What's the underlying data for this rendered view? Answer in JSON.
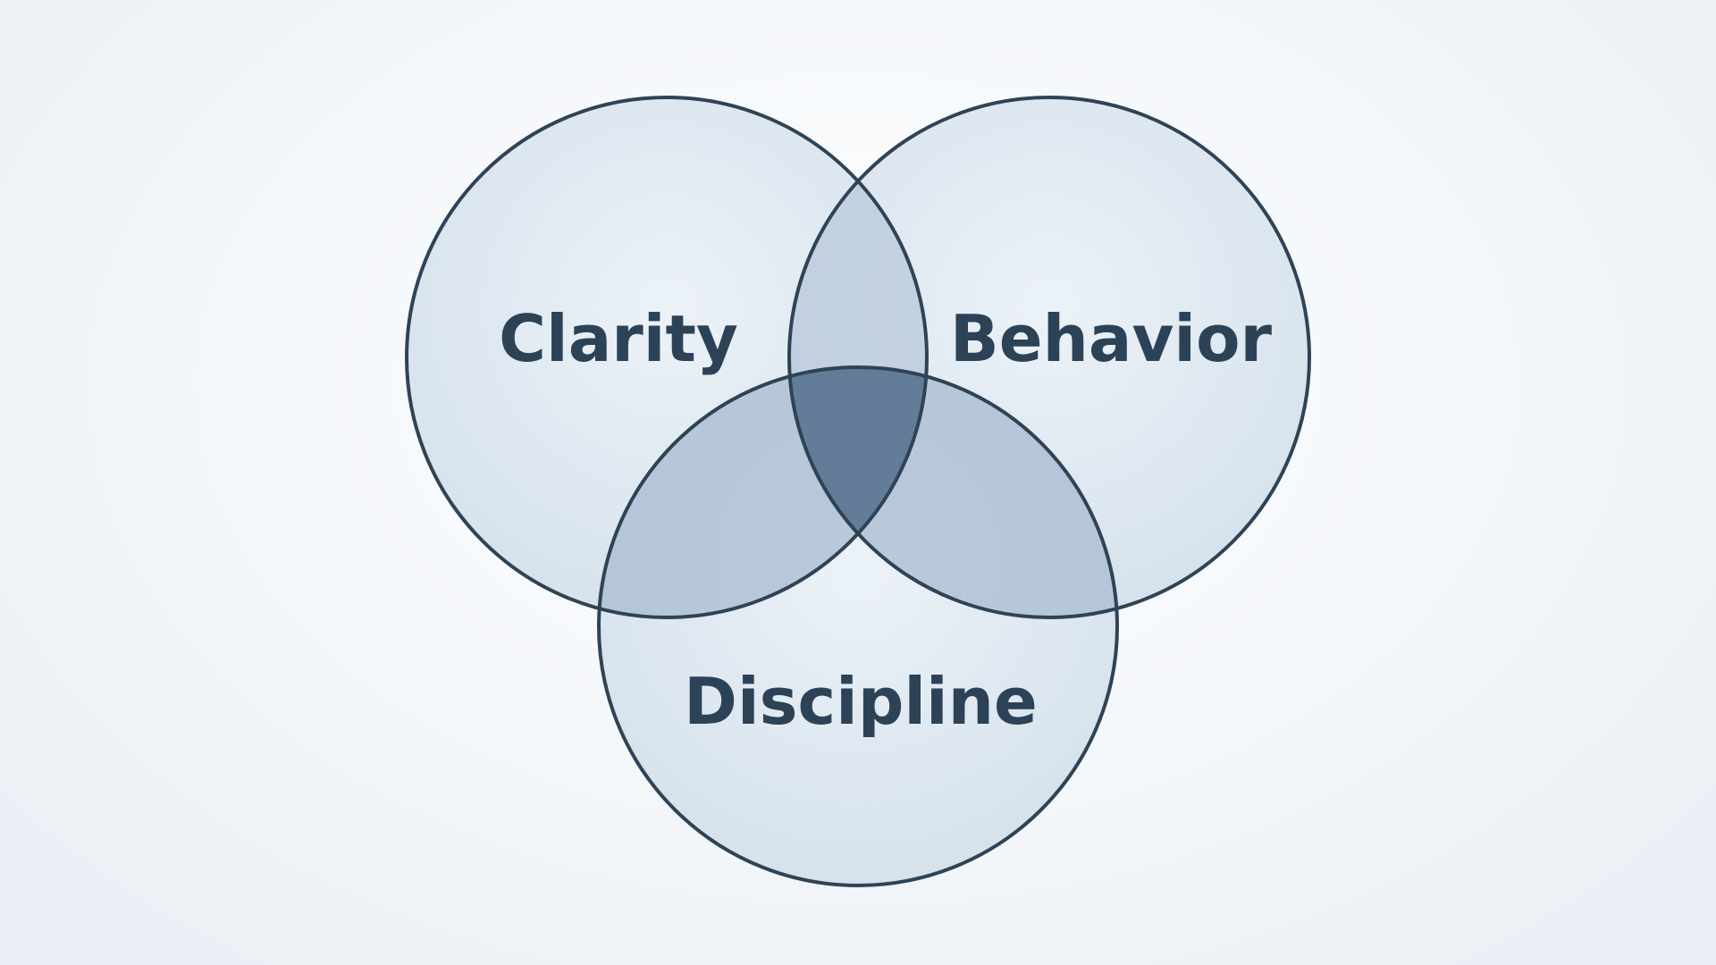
{
  "diagram": {
    "type": "venn",
    "sets": [
      {
        "id": "clarity",
        "label": "Clarity"
      },
      {
        "id": "behavior",
        "label": "Behavior"
      },
      {
        "id": "discipline",
        "label": "Discipline"
      }
    ],
    "colors": {
      "outline": "#2f4356",
      "fill": "#dbe6f0",
      "pair_overlap": "#a9bcd1",
      "center_overlap": "#5c7794",
      "label": "#2c4257"
    }
  }
}
